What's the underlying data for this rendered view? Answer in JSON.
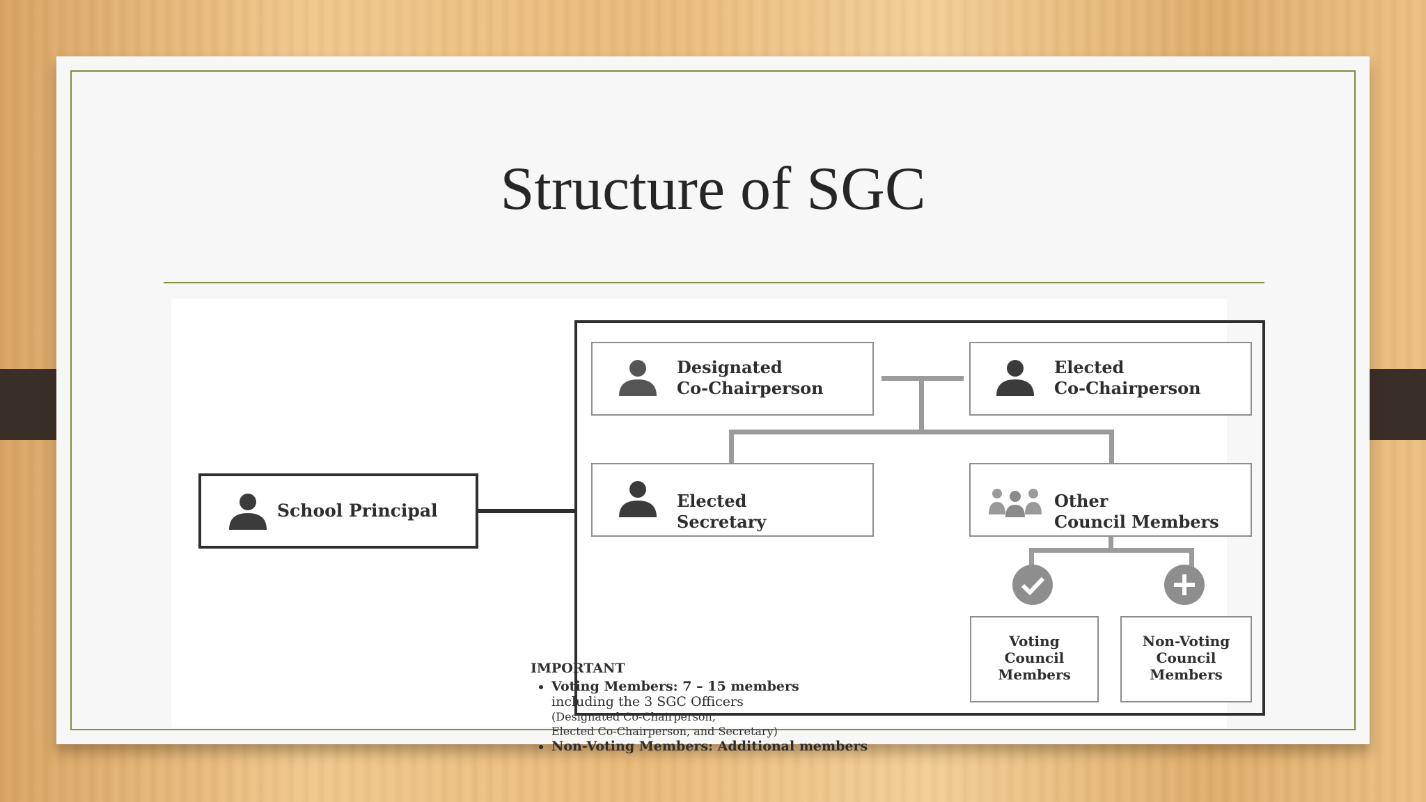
{
  "slide": {
    "title": "Structure of SGC"
  },
  "diagram": {
    "principal": "School Principal",
    "designated_co_chair": [
      "Designated",
      "Co-Chairperson"
    ],
    "elected_co_chair": [
      "Elected",
      "Co-Chairperson"
    ],
    "elected_secretary": [
      "Elected",
      "Secretary"
    ],
    "other_members": [
      "Other",
      "Council Members"
    ],
    "voting_members": [
      "Voting",
      "Council",
      "Members"
    ],
    "non_voting_members": [
      "Non-Voting",
      "Council",
      "Members"
    ],
    "important": {
      "heading": "IMPORTANT",
      "bullet1": "Voting Members: 7 – 15 members",
      "bullet1_sub": "including the 3 SGC Officers",
      "bullet1_detail1": "(Designated Co-Chairperson,",
      "bullet1_detail2": "Elected Co-Chairperson, and Secretary)",
      "bullet2": "Non-Voting Members: Additional members"
    },
    "icons": {
      "person": "person-icon",
      "group": "group-icon",
      "check": "check-circle-icon",
      "plus": "plus-circle-icon"
    },
    "colors": {
      "frame": "#7f8f3c",
      "box_border": "#8e8e8e",
      "connector": "#9b9b9b",
      "icon": "#3b3b3b"
    }
  }
}
